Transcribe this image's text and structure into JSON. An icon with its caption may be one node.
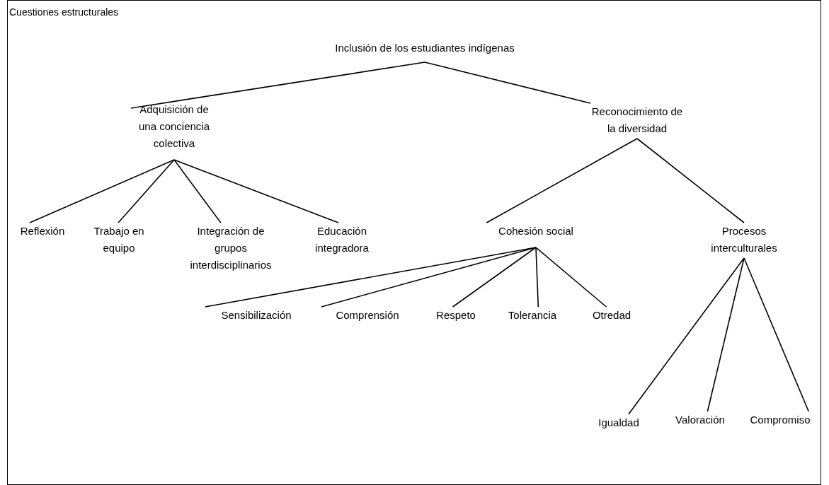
{
  "diagram": {
    "nodes": [
      {
        "text": [
          "Cuestiones estructurales"
        ]
      },
      {
        "text": [
          "Inclusión de los estudiantes indígenas"
        ],
        "in": 0
      },
      {
        "text": [
          "Adquisición de una conciencia colectiva"
        ],
        "in": 0
      },
      {
        "text": [
          "Reconocimiento de la diversidad"
        ],
        "in": 0
      },
      {
        "text": [
          "Reflexión"
        ],
        "in": 0
      },
      {
        "text": [
          "Trabajo en equipo"
        ],
        "in": 0
      },
      {
        "text": [
          "Integración de grupos interdisciplinarios"
        ],
        "in": 0
      },
      {
        "text": [
          "Educación integradora"
        ],
        "in": 0
      },
      {
        "text": [
          "Cohesión social"
        ],
        "in": 0
      },
      {
        "text": [
          "Procesos interculturales"
        ],
        "in": 0
      },
      {
        "text": [
          "Sensibilización"
        ],
        "in": 0
      },
      {
        "text": [
          "Comprensión"
        ],
        "in": 0
      },
      {
        "text": [
          "Respeto"
        ],
        "in": 0
      },
      {
        "text": [
          "Tolerancia"
        ],
        "in": 0
      },
      {
        "text": [
          "Otredad"
        ],
        "in": 0
      },
      {
        "text": [
          "Igualdad"
        ],
        "in": 0
      },
      {
        "text": [
          "Valoración"
        ],
        "in": 0
      },
      {
        "text": [
          "Compromiso"
        ],
        "in": 0
      }
    ],
    "edges": [
      {
        "from": 1,
        "to": 2,
        "arrow": "none"
      },
      {
        "from": 1,
        "to": 3,
        "arrow": "none"
      },
      {
        "from": 2,
        "to": 4,
        "arrow": "none"
      },
      {
        "from": 2,
        "to": 5,
        "arrow": "none"
      },
      {
        "from": 2,
        "to": 6,
        "arrow": "none"
      },
      {
        "from": 2,
        "to": 7,
        "arrow": "none"
      },
      {
        "from": 3,
        "to": 8,
        "arrow": "none"
      },
      {
        "from": 3,
        "to": 9,
        "arrow": "none"
      },
      {
        "from": 8,
        "to": 10,
        "arrow": "none"
      },
      {
        "from": 8,
        "to": 11,
        "arrow": "none"
      },
      {
        "from": 8,
        "to": 12,
        "arrow": "none"
      },
      {
        "from": 8,
        "to": 13,
        "arrow": "none"
      },
      {
        "from": 8,
        "to": 14,
        "arrow": "none"
      },
      {
        "from": 9,
        "to": 15,
        "arrow": "none"
      },
      {
        "from": 9,
        "to": 16,
        "arrow": "none"
      },
      {
        "from": 9,
        "to": 17,
        "arrow": "none"
      }
    ]
  }
}
